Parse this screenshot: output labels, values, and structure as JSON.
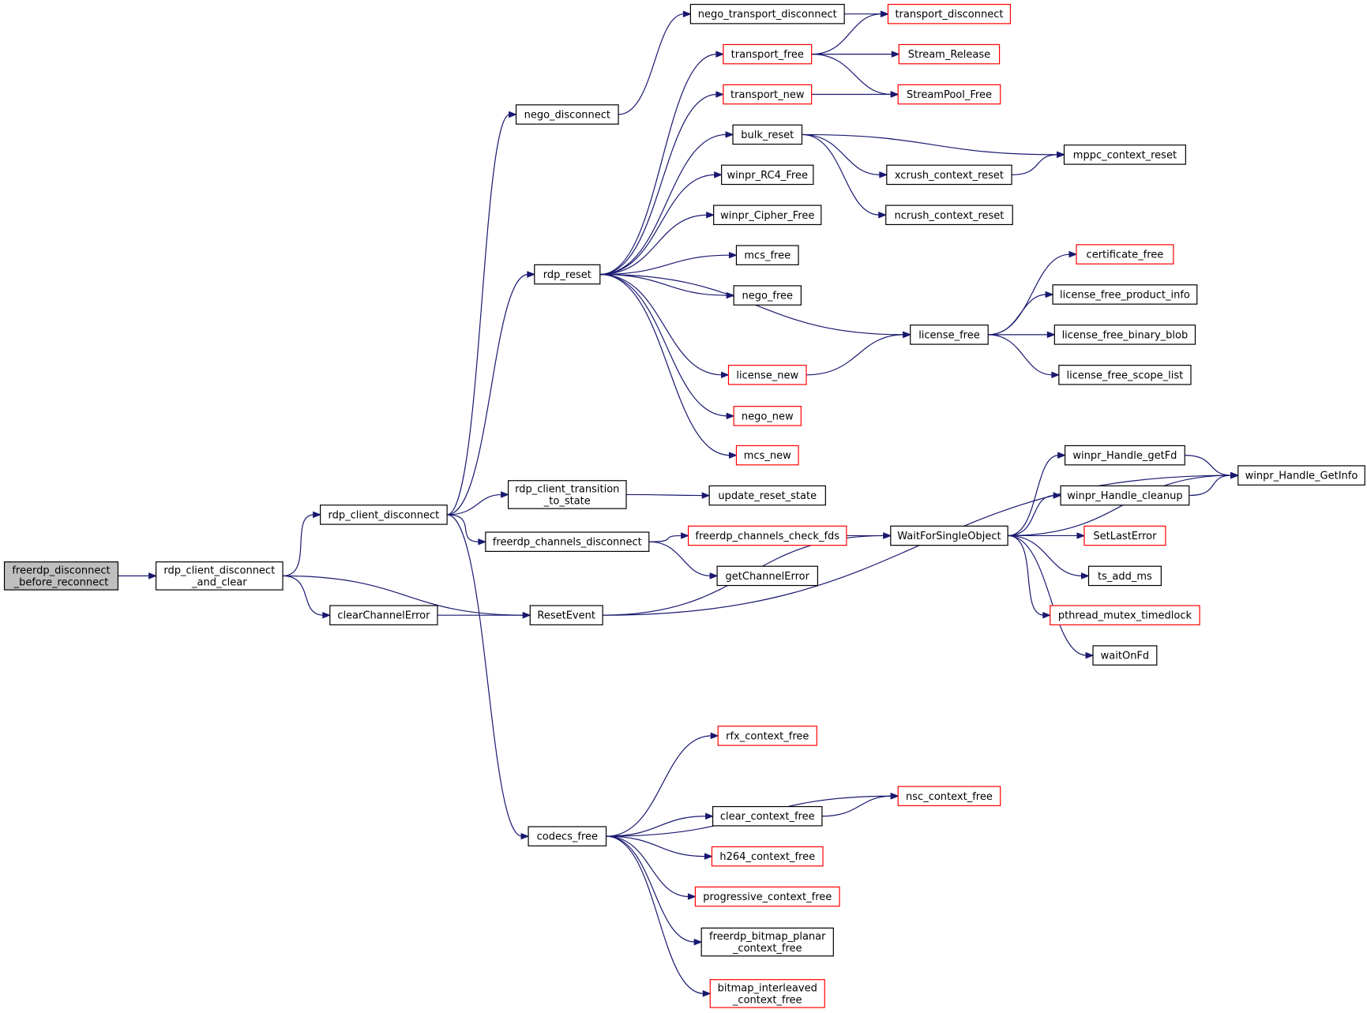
{
  "colors": {
    "edge": "#191970",
    "node_border_normal": "#000000",
    "node_border_truncated": "#ff0000",
    "root_fill": "#bfbfbf",
    "node_fill": "#ffffff"
  },
  "nodes": [
    {
      "id": "root",
      "lines": [
        "freerdp_disconnect",
        "_before_reconnect"
      ],
      "style": "root"
    },
    {
      "id": "rdp_client_disconnect_and_clear",
      "lines": [
        "rdp_client_disconnect",
        "_and_clear"
      ],
      "style": "normal"
    },
    {
      "id": "rdp_client_disconnect",
      "lines": [
        "rdp_client_disconnect"
      ],
      "style": "normal"
    },
    {
      "id": "clearChannelError",
      "lines": [
        "clearChannelError"
      ],
      "style": "normal"
    },
    {
      "id": "ResetEvent",
      "lines": [
        "ResetEvent"
      ],
      "style": "normal"
    },
    {
      "id": "nego_disconnect",
      "lines": [
        "nego_disconnect"
      ],
      "style": "normal"
    },
    {
      "id": "rdp_reset",
      "lines": [
        "rdp_reset"
      ],
      "style": "normal"
    },
    {
      "id": "rdp_client_transition_to_state",
      "lines": [
        "rdp_client_transition",
        "_to_state"
      ],
      "style": "normal"
    },
    {
      "id": "freerdp_channels_disconnect",
      "lines": [
        "freerdp_channels_disconnect"
      ],
      "style": "normal"
    },
    {
      "id": "codecs_free",
      "lines": [
        "codecs_free"
      ],
      "style": "normal"
    },
    {
      "id": "nego_transport_disconnect",
      "lines": [
        "nego_transport_disconnect"
      ],
      "style": "normal"
    },
    {
      "id": "transport_free",
      "lines": [
        "transport_free"
      ],
      "style": "red"
    },
    {
      "id": "transport_new",
      "lines": [
        "transport_new"
      ],
      "style": "red"
    },
    {
      "id": "bulk_reset",
      "lines": [
        "bulk_reset"
      ],
      "style": "normal"
    },
    {
      "id": "winpr_RC4_Free",
      "lines": [
        "winpr_RC4_Free"
      ],
      "style": "normal"
    },
    {
      "id": "winpr_Cipher_Free",
      "lines": [
        "winpr_Cipher_Free"
      ],
      "style": "normal"
    },
    {
      "id": "mcs_free",
      "lines": [
        "mcs_free"
      ],
      "style": "normal"
    },
    {
      "id": "nego_free",
      "lines": [
        "nego_free"
      ],
      "style": "normal"
    },
    {
      "id": "license_new",
      "lines": [
        "license_new"
      ],
      "style": "red"
    },
    {
      "id": "nego_new",
      "lines": [
        "nego_new"
      ],
      "style": "red"
    },
    {
      "id": "mcs_new",
      "lines": [
        "mcs_new"
      ],
      "style": "red"
    },
    {
      "id": "update_reset_state",
      "lines": [
        "update_reset_state"
      ],
      "style": "normal"
    },
    {
      "id": "freerdp_channels_check_fds",
      "lines": [
        "freerdp_channels_check_fds"
      ],
      "style": "red"
    },
    {
      "id": "getChannelError",
      "lines": [
        "getChannelError"
      ],
      "style": "normal"
    },
    {
      "id": "rfx_context_free",
      "lines": [
        "rfx_context_free"
      ],
      "style": "red"
    },
    {
      "id": "clear_context_free",
      "lines": [
        "clear_context_free"
      ],
      "style": "normal"
    },
    {
      "id": "h264_context_free",
      "lines": [
        "h264_context_free"
      ],
      "style": "red"
    },
    {
      "id": "progressive_context_free",
      "lines": [
        "progressive_context_free"
      ],
      "style": "red"
    },
    {
      "id": "freerdp_bitmap_planar_context_free",
      "lines": [
        "freerdp_bitmap_planar",
        "_context_free"
      ],
      "style": "normal"
    },
    {
      "id": "bitmap_interleaved_context_free",
      "lines": [
        "bitmap_interleaved",
        "_context_free"
      ],
      "style": "red"
    },
    {
      "id": "transport_disconnect",
      "lines": [
        "transport_disconnect"
      ],
      "style": "red"
    },
    {
      "id": "Stream_Release",
      "lines": [
        "Stream_Release"
      ],
      "style": "red"
    },
    {
      "id": "StreamPool_Free",
      "lines": [
        "StreamPool_Free"
      ],
      "style": "red"
    },
    {
      "id": "xcrush_context_reset",
      "lines": [
        "xcrush_context_reset"
      ],
      "style": "normal"
    },
    {
      "id": "ncrush_context_reset",
      "lines": [
        "ncrush_context_reset"
      ],
      "style": "normal"
    },
    {
      "id": "license_free",
      "lines": [
        "license_free"
      ],
      "style": "normal"
    },
    {
      "id": "WaitForSingleObject",
      "lines": [
        "WaitForSingleObject"
      ],
      "style": "normal"
    },
    {
      "id": "nsc_context_free",
      "lines": [
        "nsc_context_free"
      ],
      "style": "red"
    },
    {
      "id": "mppc_context_reset",
      "lines": [
        "mppc_context_reset"
      ],
      "style": "normal"
    },
    {
      "id": "certificate_free",
      "lines": [
        "certificate_free"
      ],
      "style": "red"
    },
    {
      "id": "license_free_product_info",
      "lines": [
        "license_free_product_info"
      ],
      "style": "normal"
    },
    {
      "id": "license_free_binary_blob",
      "lines": [
        "license_free_binary_blob"
      ],
      "style": "normal"
    },
    {
      "id": "license_free_scope_list",
      "lines": [
        "license_free_scope_list"
      ],
      "style": "normal"
    },
    {
      "id": "winpr_Handle_getFd",
      "lines": [
        "winpr_Handle_getFd"
      ],
      "style": "normal"
    },
    {
      "id": "winpr_Handle_cleanup",
      "lines": [
        "winpr_Handle_cleanup"
      ],
      "style": "normal"
    },
    {
      "id": "SetLastError",
      "lines": [
        "SetLastError"
      ],
      "style": "red"
    },
    {
      "id": "ts_add_ms",
      "lines": [
        "ts_add_ms"
      ],
      "style": "normal"
    },
    {
      "id": "pthread_mutex_timedlock",
      "lines": [
        "pthread_mutex_timedlock"
      ],
      "style": "red"
    },
    {
      "id": "waitOnFd",
      "lines": [
        "waitOnFd"
      ],
      "style": "normal"
    },
    {
      "id": "winpr_Handle_GetInfo",
      "lines": [
        "winpr_Handle_GetInfo"
      ],
      "style": "normal"
    }
  ],
  "edges": [
    [
      "root",
      "rdp_client_disconnect_and_clear"
    ],
    [
      "rdp_client_disconnect_and_clear",
      "rdp_client_disconnect"
    ],
    [
      "rdp_client_disconnect_and_clear",
      "clearChannelError"
    ],
    [
      "rdp_client_disconnect_and_clear",
      "ResetEvent"
    ],
    [
      "clearChannelError",
      "ResetEvent"
    ],
    [
      "rdp_client_disconnect",
      "nego_disconnect"
    ],
    [
      "rdp_client_disconnect",
      "rdp_reset"
    ],
    [
      "rdp_client_disconnect",
      "rdp_client_transition_to_state"
    ],
    [
      "rdp_client_disconnect",
      "freerdp_channels_disconnect"
    ],
    [
      "rdp_client_disconnect",
      "codecs_free"
    ],
    [
      "nego_disconnect",
      "nego_transport_disconnect"
    ],
    [
      "nego_transport_disconnect",
      "transport_disconnect"
    ],
    [
      "rdp_reset",
      "transport_free"
    ],
    [
      "rdp_reset",
      "transport_new"
    ],
    [
      "rdp_reset",
      "bulk_reset"
    ],
    [
      "rdp_reset",
      "winpr_RC4_Free"
    ],
    [
      "rdp_reset",
      "winpr_Cipher_Free"
    ],
    [
      "rdp_reset",
      "mcs_free"
    ],
    [
      "rdp_reset",
      "nego_free"
    ],
    [
      "rdp_reset",
      "license_free"
    ],
    [
      "rdp_reset",
      "license_new"
    ],
    [
      "rdp_reset",
      "nego_new"
    ],
    [
      "rdp_reset",
      "mcs_new"
    ],
    [
      "transport_free",
      "transport_disconnect"
    ],
    [
      "transport_free",
      "Stream_Release"
    ],
    [
      "transport_free",
      "StreamPool_Free"
    ],
    [
      "transport_new",
      "StreamPool_Free"
    ],
    [
      "bulk_reset",
      "mppc_context_reset"
    ],
    [
      "bulk_reset",
      "xcrush_context_reset"
    ],
    [
      "bulk_reset",
      "ncrush_context_reset"
    ],
    [
      "xcrush_context_reset",
      "mppc_context_reset"
    ],
    [
      "license_new",
      "license_free"
    ],
    [
      "license_free",
      "certificate_free"
    ],
    [
      "license_free",
      "license_free_product_info"
    ],
    [
      "license_free",
      "license_free_binary_blob"
    ],
    [
      "license_free",
      "license_free_scope_list"
    ],
    [
      "rdp_client_transition_to_state",
      "update_reset_state"
    ],
    [
      "freerdp_channels_disconnect",
      "freerdp_channels_check_fds"
    ],
    [
      "freerdp_channels_disconnect",
      "getChannelError"
    ],
    [
      "freerdp_channels_check_fds",
      "WaitForSingleObject"
    ],
    [
      "ResetEvent",
      "WaitForSingleObject"
    ],
    [
      "ResetEvent",
      "winpr_Handle_GetInfo"
    ],
    [
      "WaitForSingleObject",
      "winpr_Handle_GetInfo"
    ],
    [
      "WaitForSingleObject",
      "winpr_Handle_getFd"
    ],
    [
      "WaitForSingleObject",
      "winpr_Handle_cleanup"
    ],
    [
      "WaitForSingleObject",
      "SetLastError"
    ],
    [
      "WaitForSingleObject",
      "ts_add_ms"
    ],
    [
      "WaitForSingleObject",
      "pthread_mutex_timedlock"
    ],
    [
      "WaitForSingleObject",
      "waitOnFd"
    ],
    [
      "winpr_Handle_getFd",
      "winpr_Handle_GetInfo"
    ],
    [
      "winpr_Handle_cleanup",
      "winpr_Handle_GetInfo"
    ],
    [
      "codecs_free",
      "rfx_context_free"
    ],
    [
      "codecs_free",
      "nsc_context_free"
    ],
    [
      "codecs_free",
      "clear_context_free"
    ],
    [
      "codecs_free",
      "h264_context_free"
    ],
    [
      "codecs_free",
      "progressive_context_free"
    ],
    [
      "codecs_free",
      "freerdp_bitmap_planar_context_free"
    ],
    [
      "codecs_free",
      "bitmap_interleaved_context_free"
    ],
    [
      "clear_context_free",
      "nsc_context_free"
    ]
  ]
}
